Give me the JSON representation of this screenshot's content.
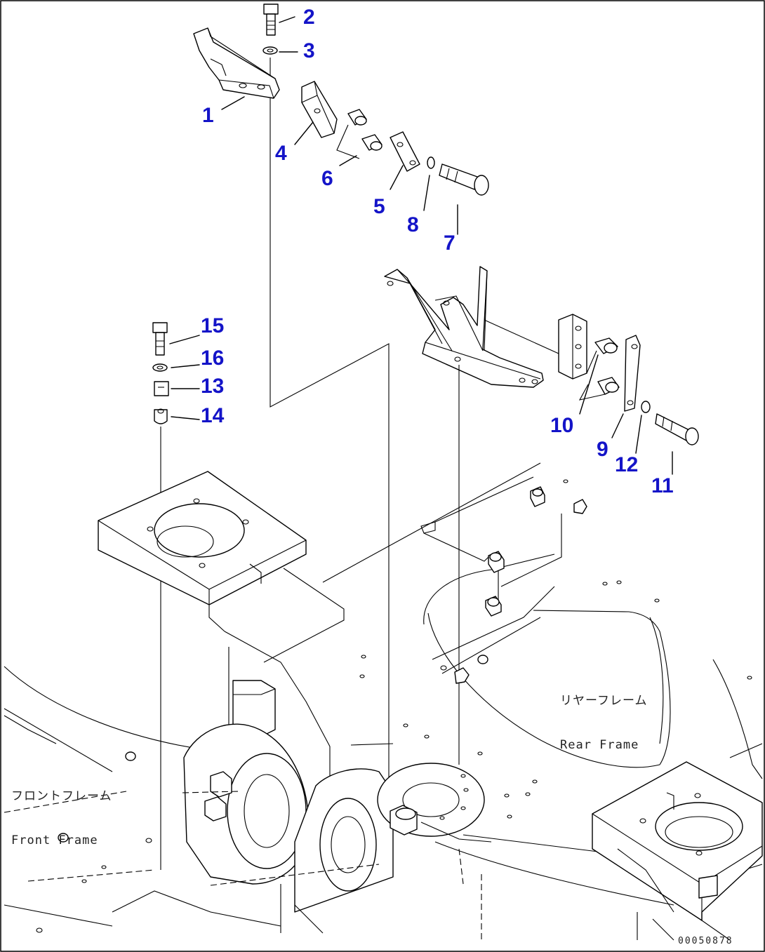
{
  "callouts": [
    {
      "id": "1",
      "text": "1"
    },
    {
      "id": "2",
      "text": "2"
    },
    {
      "id": "3",
      "text": "3"
    },
    {
      "id": "4",
      "text": "4"
    },
    {
      "id": "5",
      "text": "5"
    },
    {
      "id": "6",
      "text": "6"
    },
    {
      "id": "7",
      "text": "7"
    },
    {
      "id": "8",
      "text": "8"
    },
    {
      "id": "9",
      "text": "9"
    },
    {
      "id": "10",
      "text": "10"
    },
    {
      "id": "11",
      "text": "11"
    },
    {
      "id": "12",
      "text": "12"
    },
    {
      "id": "13",
      "text": "13"
    },
    {
      "id": "14",
      "text": "14"
    },
    {
      "id": "15",
      "text": "15"
    },
    {
      "id": "16",
      "text": "16"
    }
  ],
  "labels": {
    "front_frame_jp": "フロントフレーム",
    "front_frame_en": "Front Frame",
    "rear_frame_jp": "リヤーフレーム",
    "rear_frame_en": "Rear Frame"
  },
  "drawing_code": "00050878",
  "colors": {
    "callout": "#1414c8",
    "line": "#000000",
    "background": "#ffffff"
  }
}
